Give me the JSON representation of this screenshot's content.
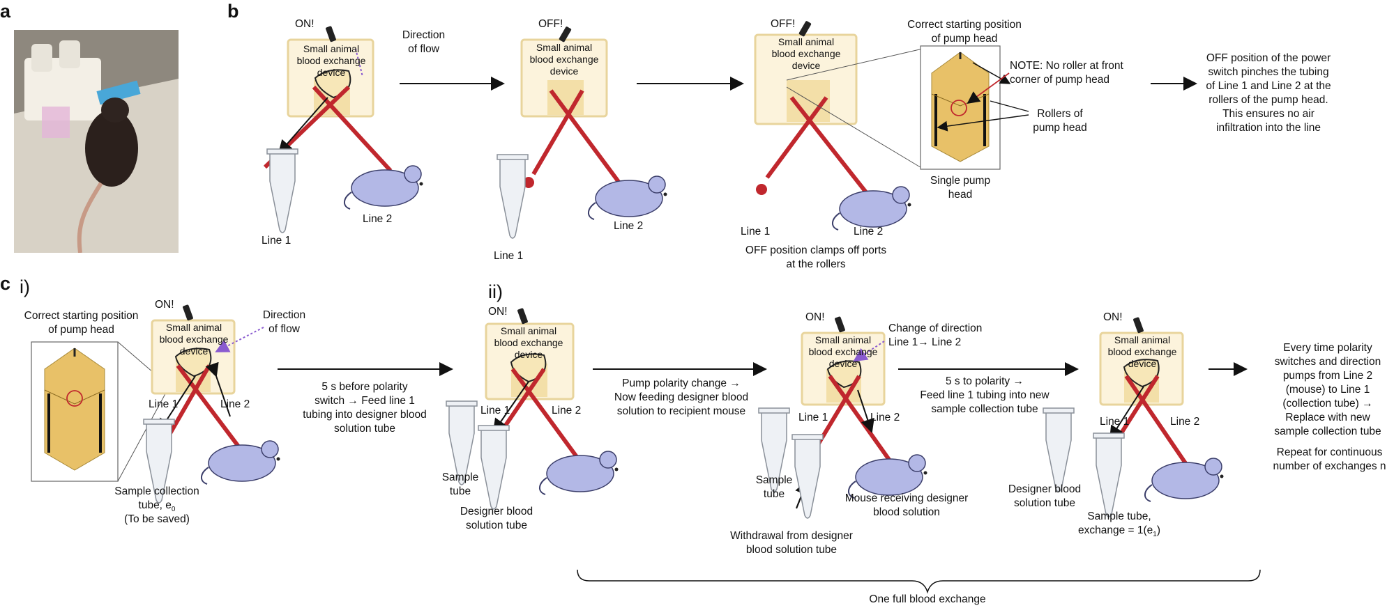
{
  "panels": {
    "a": "a",
    "b": "b",
    "c": "c",
    "c_i": "i)",
    "c_ii": "ii)"
  },
  "device": {
    "label": "Small animal\nblood exchange\ndevice"
  },
  "switch": {
    "on": "ON!",
    "off": "OFF!"
  },
  "lines": {
    "line1": "Line 1",
    "line2": "Line 2"
  },
  "panel_b": {
    "direction_of_flow": "Direction\nof flow",
    "correct_start": "Correct starting position\nof pump head",
    "note_roller": "NOTE: No roller at front\ncorner of pump head",
    "rollers": "Rollers of\npump head",
    "single_pump_head": "Single pump\nhead",
    "off_clamps": "OFF position clamps off ports\nat the rollers",
    "off_explain": "OFF position of the power\nswitch pinches the tubing\nof Line 1 and Line 2 at the\nrollers of the pump head.\nThis ensures no air\ninfiltration into the line"
  },
  "panel_c": {
    "correct_start": "Correct starting position\nof pump head",
    "direction_of_flow": "Direction\nof flow",
    "sample_collection_tube": "Sample collection\ntube, e",
    "sample_collection_sub": "0",
    "to_be_saved": "(To be saved)",
    "step1": "5 s before polarity\nswitch → Feed line 1\ntubing into designer blood\nsolution tube",
    "sample_tube": "Sample\ntube",
    "designer_tube": "Designer blood\nsolution tube",
    "step2": "Pump polarity change →\nNow feeding designer blood\nsolution to recipient mouse",
    "change_direction": "Change of direction\nLine 1→ Line 2",
    "withdrawal": "Withdrawal from designer\nblood solution tube",
    "mouse_receiving": "Mouse receiving designer\nblood solution",
    "step3": "5 s to polarity →\nFeed line 1 tubing into new\nsample collection tube",
    "sample_tube_exchange": "Sample tube,\nexchange = 1(e",
    "sample_tube_exchange_sub": "1",
    "sample_tube_exchange_end": ")",
    "every_time": "Every time polarity\nswitches and direction\npumps from Line 2\n(mouse) to Line 1\n(collection tube) →\nReplace with new\nsample collection tube",
    "repeat": "Repeat for continuous\nnumber of exchanges n",
    "one_full": "One full blood exchange"
  },
  "colors": {
    "device": "#fcf3dc",
    "device_border": "#e8d49c",
    "pump": "#e8c168",
    "blood": "#c0272d",
    "mouse": "#b3b8e6",
    "arrow_purple": "#8a5bd0"
  }
}
